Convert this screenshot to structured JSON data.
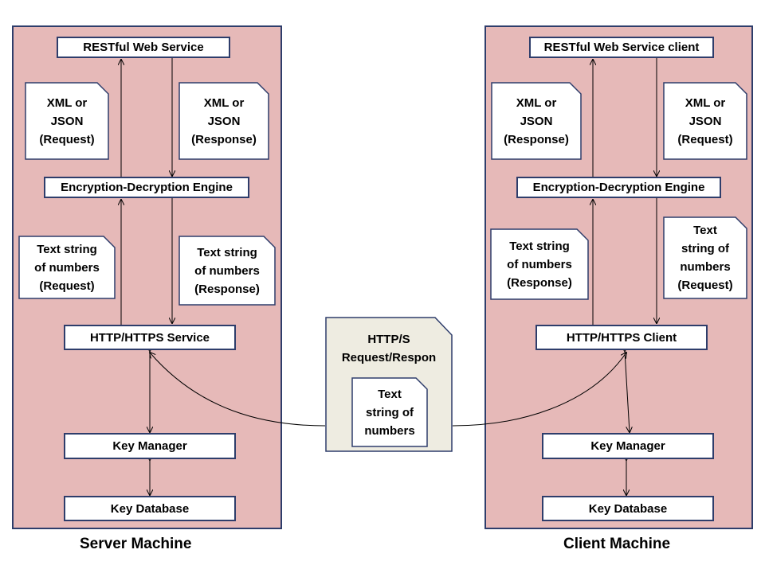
{
  "server": {
    "caption": "Server Machine",
    "restful": "RESTful Web Service",
    "note_request": "XML or\nJSON\n(Request)",
    "note_response": "XML or\nJSON\n(Response)",
    "engine": "Encryption-Decryption Engine",
    "text_request": "Text string\nof numbers\n(Request)",
    "text_response": "Text string\nof numbers\n(Response)",
    "http": "HTTP/HTTPS Service",
    "key_manager": "Key Manager",
    "key_database": "Key Database"
  },
  "client": {
    "caption": "Client Machine",
    "restful": "RESTful Web Service client",
    "note_response": "XML or\nJSON\n(Response)",
    "note_request": "XML or\nJSON\n(Request)",
    "engine": "Encryption-Decryption Engine",
    "text_response": "Text string\nof numbers\n(Response)",
    "text_request": "Text\nstring of\nnumbers\n(Request)",
    "http": "HTTP/HTTPS Client",
    "key_manager": "Key Manager",
    "key_database": "Key Database"
  },
  "channel": {
    "title": "HTTP/S\nRequest/Respon",
    "payload": "Text\nstring of\nnumbers"
  },
  "colors": {
    "machine_fill": "#e6b9b8",
    "border": "#2e3d6b",
    "channel_fill": "#eeece1"
  }
}
